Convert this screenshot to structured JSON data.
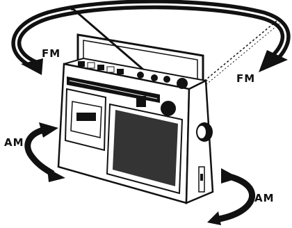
{
  "labels": {
    "fm_left": "FM",
    "fm_right": "FM",
    "am_left": "AM",
    "am_right": "AM"
  },
  "colors": {
    "ink": "#111111",
    "paper": "#ffffff"
  }
}
